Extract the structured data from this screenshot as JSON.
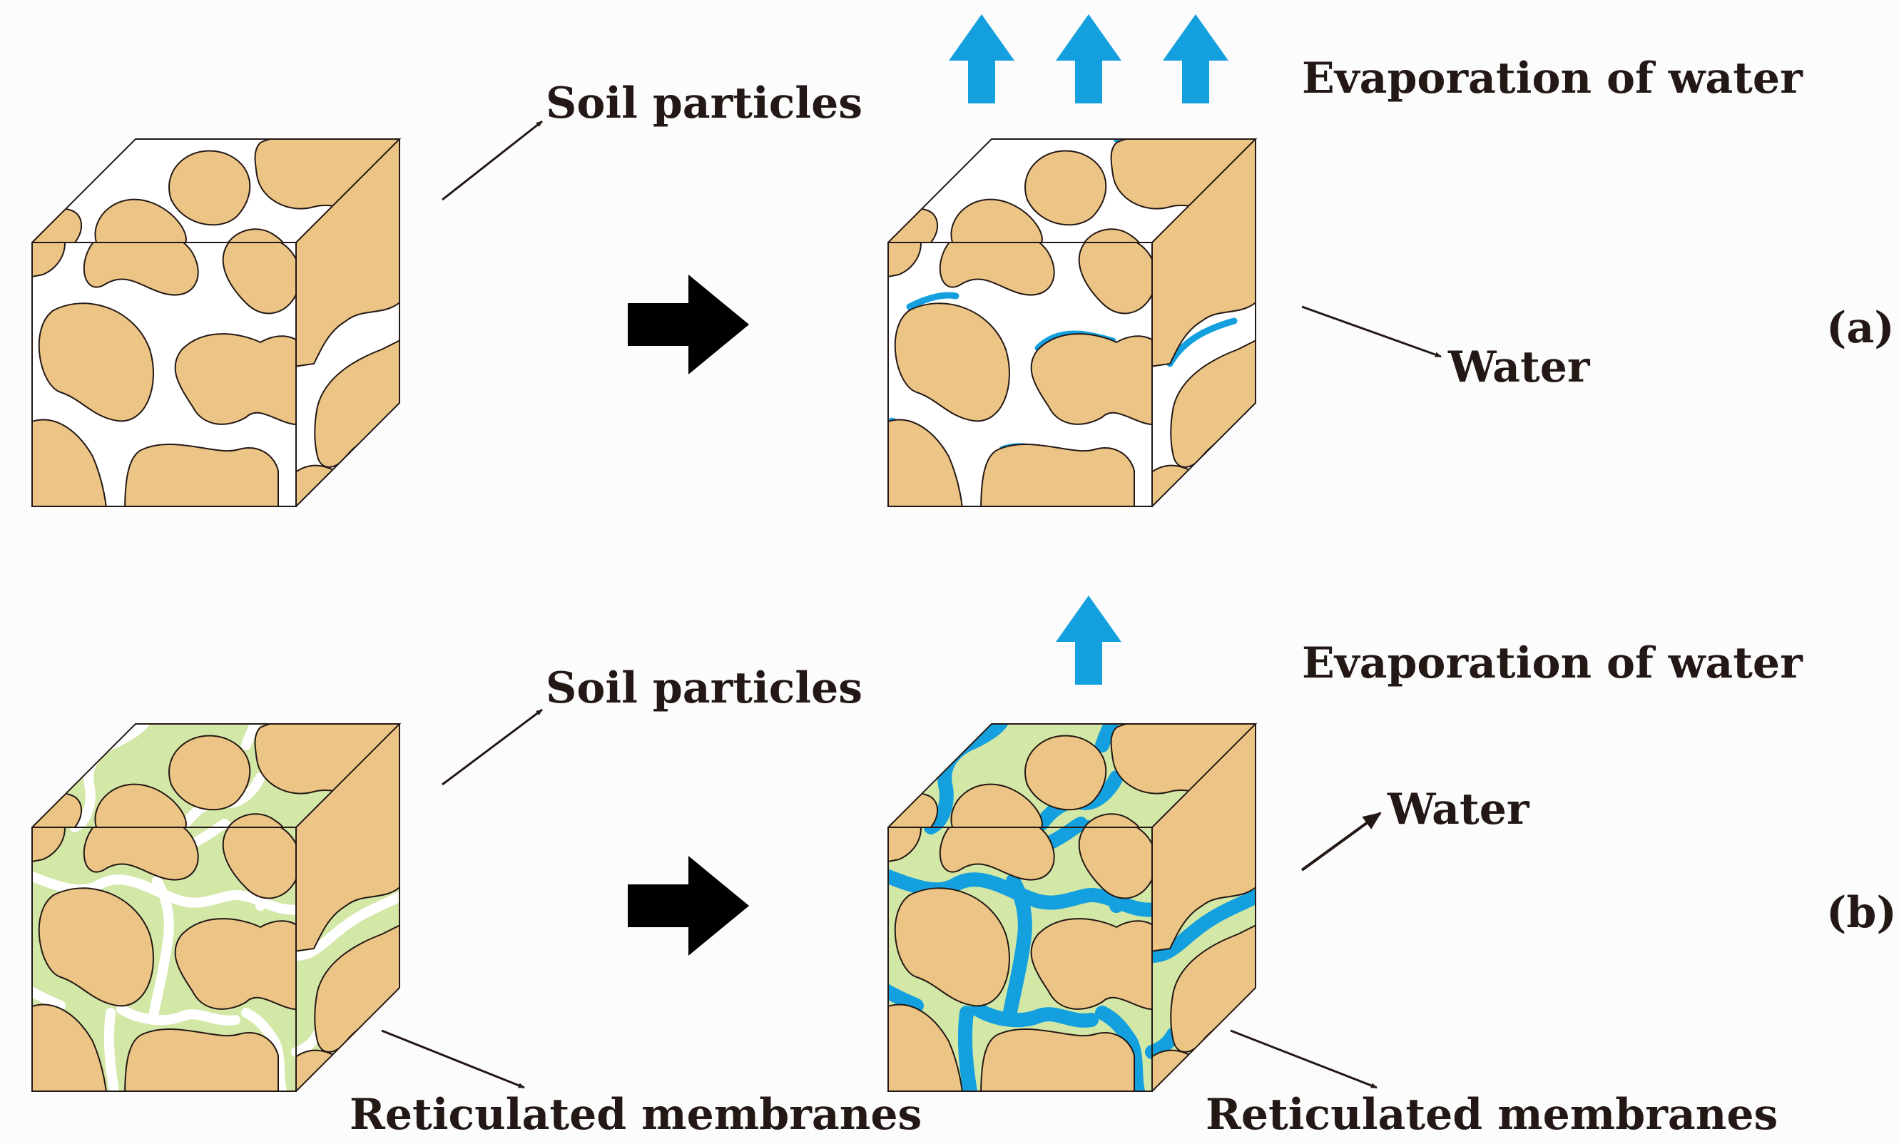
{
  "colors": {
    "background": "#fcfcfc",
    "soil": "#ecc486",
    "pore": "#ffffff",
    "water": "#14a0de",
    "membrane": "#d3e7a7",
    "outline": "#231815",
    "process_arrow": "#000000"
  },
  "icons": {
    "evaporation": "up-arrow-icon",
    "transition": "right-arrow-icon",
    "pointer": "pointer-arrow-icon"
  },
  "panels": [
    {
      "id": "a",
      "panel_label": "(a)",
      "evaporation_label": "Evaporation of water",
      "evaporation_arrows": 3,
      "labels": {
        "soil": "Soil particles",
        "water": "Water"
      }
    },
    {
      "id": "b",
      "panel_label": "(b)",
      "evaporation_label": "Evaporation of water",
      "evaporation_arrows": 1,
      "labels": {
        "soil": "Soil particles",
        "water": "Water",
        "membrane_left": "Reticulated membranes",
        "membrane_right": "Reticulated membranes"
      }
    }
  ]
}
